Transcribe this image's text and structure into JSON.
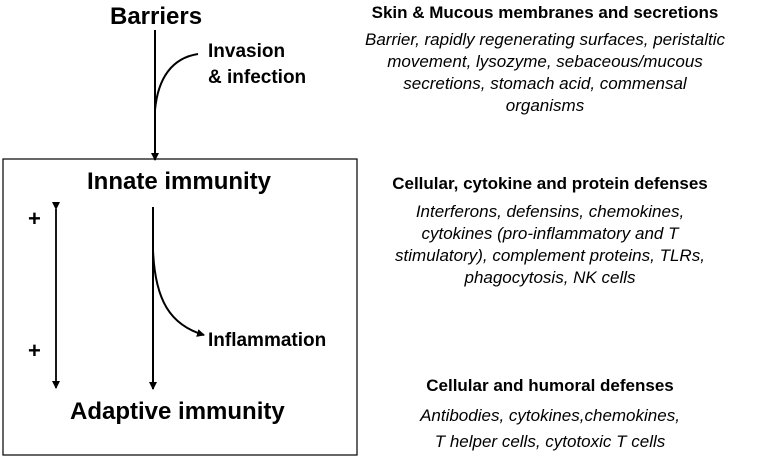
{
  "left": {
    "barriers": "Barriers",
    "invasion_line1": "Invasion",
    "invasion_line2": "& infection",
    "innate": "Innate immunity",
    "adaptive": "Adaptive immunity",
    "inflammation": "Inflammation",
    "plus_top": "+",
    "plus_bottom": "+"
  },
  "right": {
    "barriers_heading": "Skin & Mucous membranes and secretions",
    "barriers_body": [
      "Barrier, rapidly regenerating surfaces, peristaltic",
      "movement, lysozyme, sebaceous/mucous",
      "secretions, stomach acid, commensal",
      "organisms"
    ],
    "innate_heading": "Cellular, cytokine and protein defenses",
    "innate_body": [
      "Interferons, defensins, chemokines,",
      "cytokines (pro-inflammatory and T",
      "stimulatory), complement proteins, TLRs,",
      "phagocytosis, NK cells"
    ],
    "adaptive_heading": "Cellular and humoral defenses",
    "adaptive_body": [
      "Antibodies, cytokines,chemokines,",
      "T helper cells, cytotoxic T cells"
    ]
  },
  "colors": {
    "ink": "#000000",
    "background": "#ffffff"
  }
}
